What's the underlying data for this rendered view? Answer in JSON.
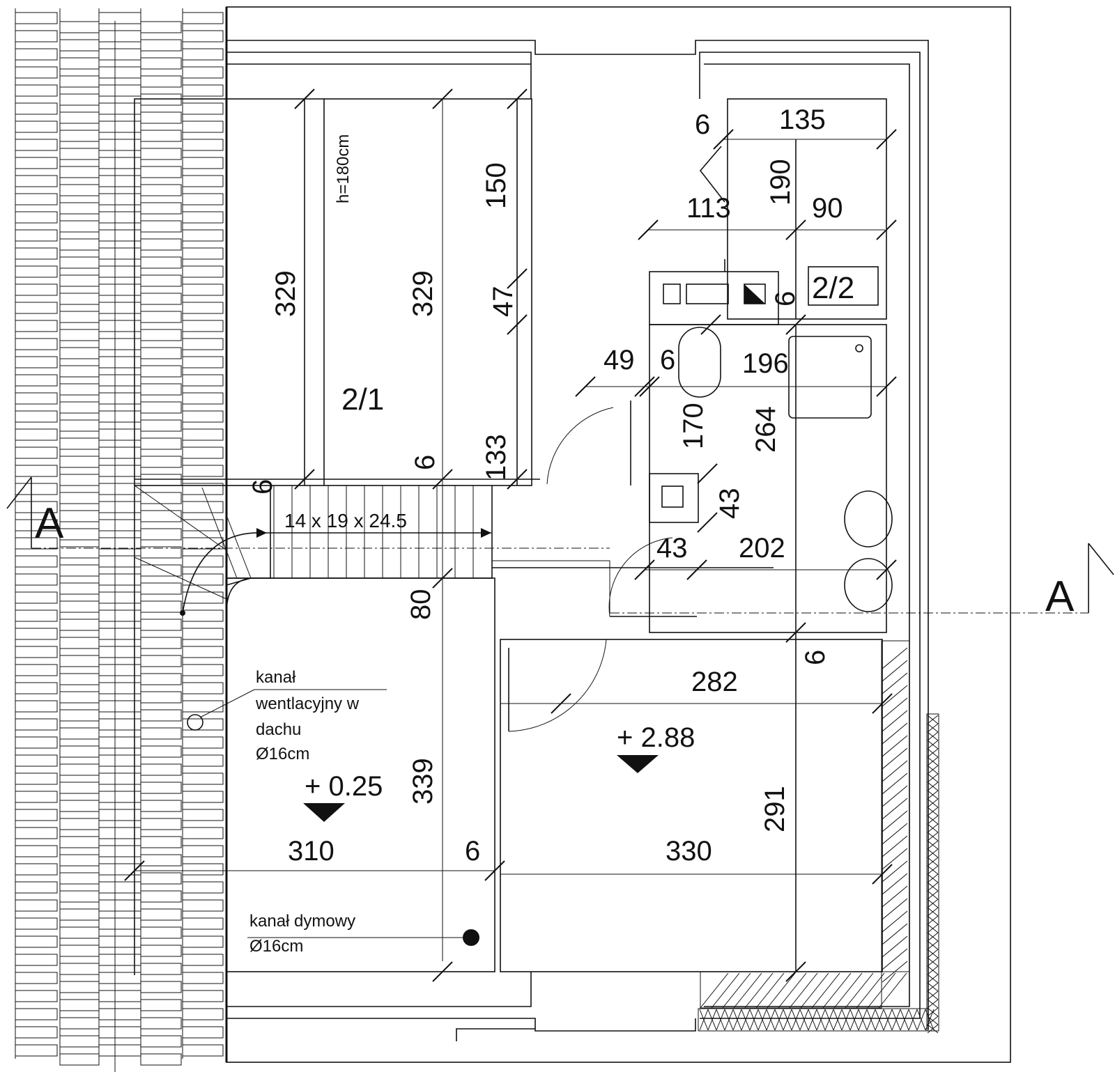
{
  "section_marker": {
    "left": "A",
    "right": "A"
  },
  "rooms": {
    "room_2_1": "2/1",
    "room_2_2": "2/2"
  },
  "levels": {
    "level_left": "+ 0.25",
    "level_right": "+ 2.88"
  },
  "notes": {
    "ceiling_height": "h=180cm",
    "stairs": "14 x 19 x 24.5",
    "vent_line1": "kanał",
    "vent_line2": "wentlacyjny w",
    "vent_line3": "dachu",
    "vent_line4": "Ø16cm",
    "smoke_line1": "kanał dymowy",
    "smoke_line2": "Ø16cm"
  },
  "dims": {
    "d6_top": "6",
    "d135": "135",
    "d190": "190",
    "d113": "113",
    "d90": "90",
    "d150": "150",
    "d329_left": "329",
    "d329_mid": "329",
    "d47": "47",
    "d6_bath": "6",
    "d49": "49",
    "d6_mid": "6",
    "d196": "196",
    "d170": "170",
    "d264": "264",
    "d133": "133",
    "d6_stair": "6",
    "d6_wall": "6",
    "d43_v": "43",
    "d43_h": "43",
    "d202": "202",
    "d80": "80",
    "d6_room": "6",
    "d282": "282",
    "d339": "339",
    "d291": "291",
    "d310": "310",
    "d6_bottom": "6",
    "d330": "330"
  }
}
